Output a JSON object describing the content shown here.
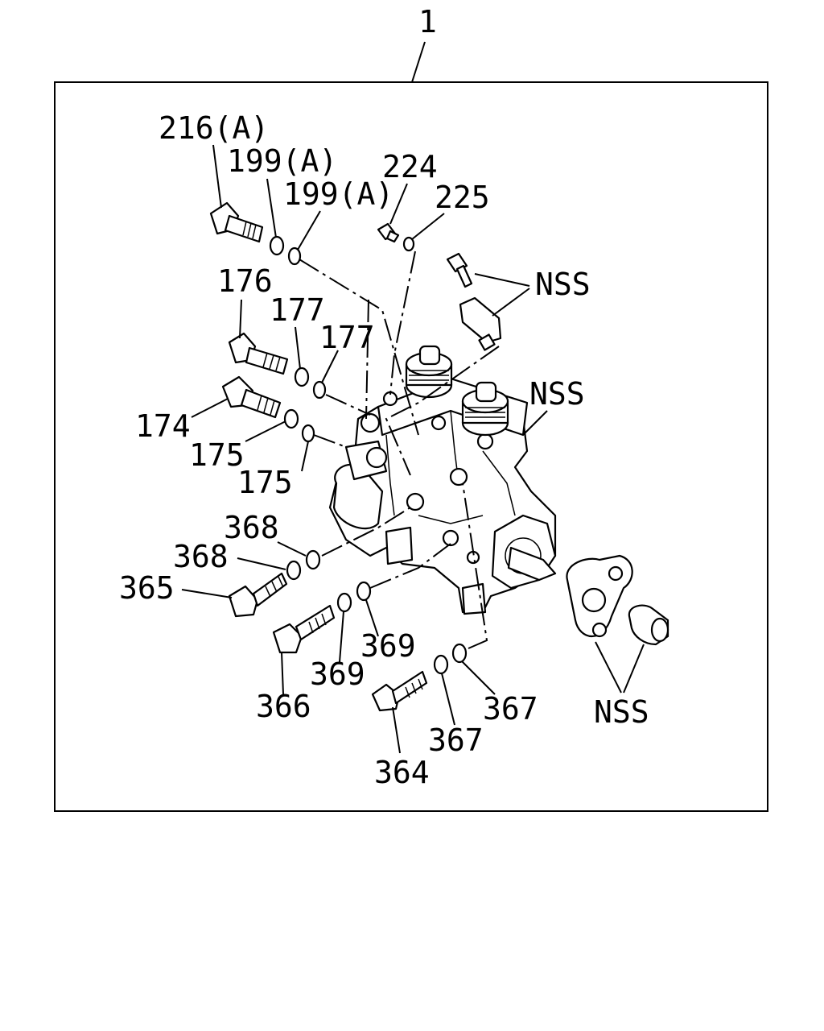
{
  "diagram": {
    "assembly_number": "1",
    "callouts": [
      {
        "id": "c216",
        "text": "216(A)"
      },
      {
        "id": "c199a",
        "text": "199(A)"
      },
      {
        "id": "c199b",
        "text": "199(A)"
      },
      {
        "id": "c224",
        "text": "224"
      },
      {
        "id": "c225",
        "text": "225"
      },
      {
        "id": "cnss1",
        "text": "NSS"
      },
      {
        "id": "c176",
        "text": "176"
      },
      {
        "id": "c177a",
        "text": "177"
      },
      {
        "id": "c177b",
        "text": "177"
      },
      {
        "id": "cnss2",
        "text": "NSS"
      },
      {
        "id": "c174",
        "text": "174"
      },
      {
        "id": "c175a",
        "text": "175"
      },
      {
        "id": "c175b",
        "text": "175"
      },
      {
        "id": "c368a",
        "text": "368"
      },
      {
        "id": "c368b",
        "text": "368"
      },
      {
        "id": "c365",
        "text": "365"
      },
      {
        "id": "c369a",
        "text": "369"
      },
      {
        "id": "c369b",
        "text": "369"
      },
      {
        "id": "c366",
        "text": "366"
      },
      {
        "id": "c367a",
        "text": "367"
      },
      {
        "id": "c367b",
        "text": "367"
      },
      {
        "id": "cnss3",
        "text": "NSS"
      },
      {
        "id": "c364",
        "text": "364"
      }
    ]
  }
}
